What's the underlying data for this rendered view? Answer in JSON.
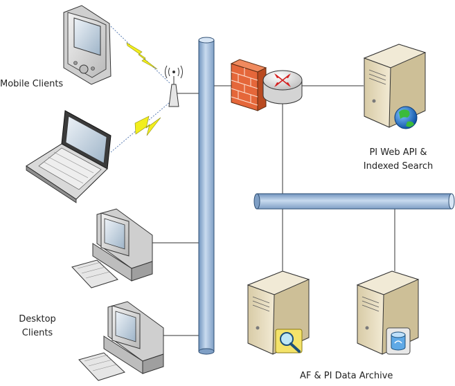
{
  "labels": {
    "mobile_clients": "Mobile Clients",
    "desktop_line1": "Desktop",
    "desktop_line2": "Clients",
    "webapi_line1": "PI Web API &",
    "webapi_line2": "Indexed Search",
    "archive": "AF & PI Data Archive"
  },
  "colors": {
    "backbone": "#b8d0ea",
    "backbone_edge": "#2f4f74",
    "server_body": "#e9dfc3",
    "device_body": "#dcdcdc",
    "firewall": "#e5673a",
    "lightning": "#f2ee1d",
    "globe": "#2a7fd4",
    "link": "#333333"
  },
  "icons": [
    "pda-icon",
    "laptop-icon",
    "desktop-computer-icon",
    "wireless-antenna-icon",
    "lightning-icon",
    "firewall-icon",
    "router-icon",
    "server-icon",
    "globe-icon",
    "magnifier-icon",
    "database-icon"
  ]
}
